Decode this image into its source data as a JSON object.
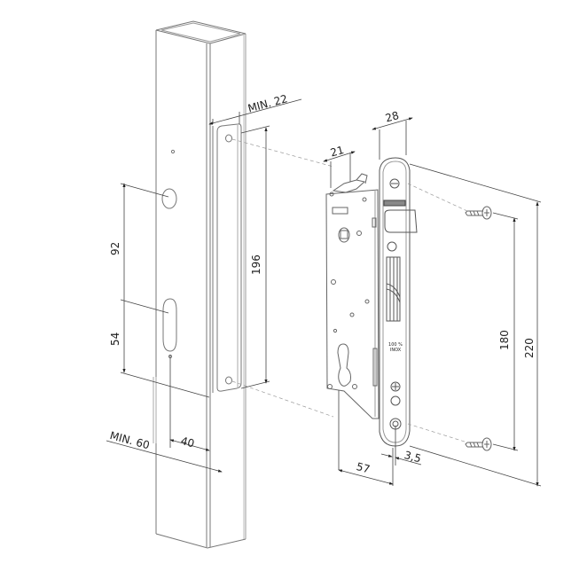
{
  "diagram": {
    "subject": "Mortise gate lock installation drawing",
    "stroke_color": "#555555",
    "dim_color": "#333333",
    "background": "#ffffff"
  },
  "dimensions": {
    "min22": "MIN. 22",
    "d28": "28",
    "d21": "21",
    "d92": "92",
    "d54": "54",
    "d196": "196",
    "min60": "MIN. 60",
    "d40": "40",
    "d57": "57",
    "d3_5": "3,5",
    "d180": "180",
    "d220": "220"
  },
  "labels": {
    "inox_line1": "100 %",
    "inox_line2": "INOX"
  }
}
